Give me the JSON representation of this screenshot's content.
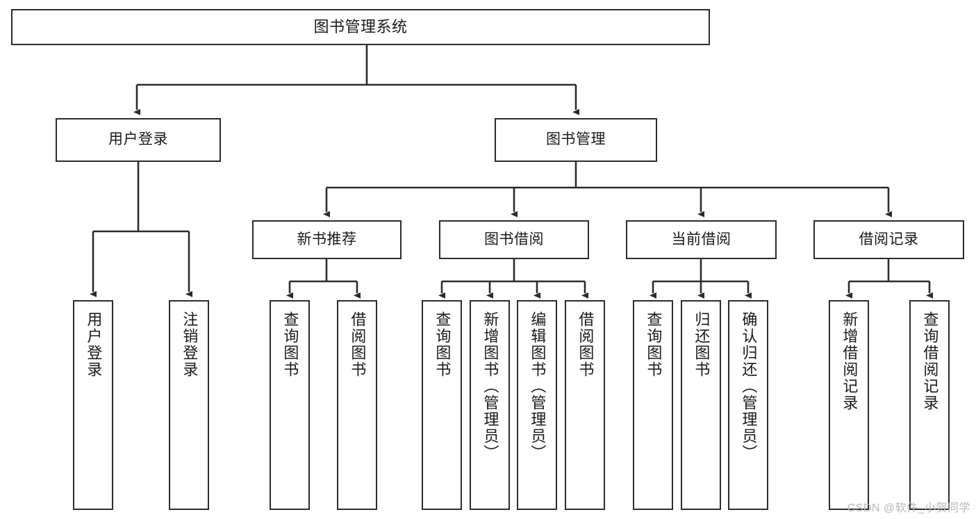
{
  "diagram": {
    "title": "图书管理系统",
    "watermark": "CSDN @软件_小贺同学",
    "line_color": "#2b2b2b",
    "box_fill": "#ffffff",
    "text_color": "#1a1a1a",
    "watermark_color": "#b9b9b9"
  },
  "nodes": {
    "root": {
      "label": "图书管理系统"
    },
    "level1": [
      {
        "id": "user-login",
        "label": "用户登录"
      },
      {
        "id": "book-management",
        "label": "图书管理"
      }
    ],
    "level2": [
      {
        "id": "new-book-recommend",
        "label": "新书推荐"
      },
      {
        "id": "book-borrow",
        "label": "图书借阅"
      },
      {
        "id": "current-borrow",
        "label": "当前借阅"
      },
      {
        "id": "borrow-record",
        "label": "借阅记录"
      }
    ],
    "leaves": {
      "user_login": [
        {
          "id": "leaf-user-login",
          "label": "用户登录"
        },
        {
          "id": "leaf-logout-login",
          "label": "注销登录"
        }
      ],
      "new_book_recommend": [
        {
          "id": "leaf-query-book-1",
          "label": "查询图书"
        },
        {
          "id": "leaf-borrow-book-1",
          "label": "借阅图书"
        }
      ],
      "book_borrow": [
        {
          "id": "leaf-query-book-2",
          "label": "查询图书"
        },
        {
          "id": "leaf-add-book",
          "label": "新增图书（管理员）"
        },
        {
          "id": "leaf-edit-book",
          "label": "编辑图书（管理员）"
        },
        {
          "id": "leaf-borrow-book-2",
          "label": "借阅图书"
        }
      ],
      "current_borrow": [
        {
          "id": "leaf-query-book-3",
          "label": "查询图书"
        },
        {
          "id": "leaf-return-book",
          "label": "归还图书"
        },
        {
          "id": "leaf-confirm-return",
          "label": "确认归还（管理员）"
        }
      ],
      "borrow_record": [
        {
          "id": "leaf-add-record",
          "label": "新增借阅记录"
        },
        {
          "id": "leaf-query-record",
          "label": "查询借阅记录"
        }
      ]
    }
  }
}
